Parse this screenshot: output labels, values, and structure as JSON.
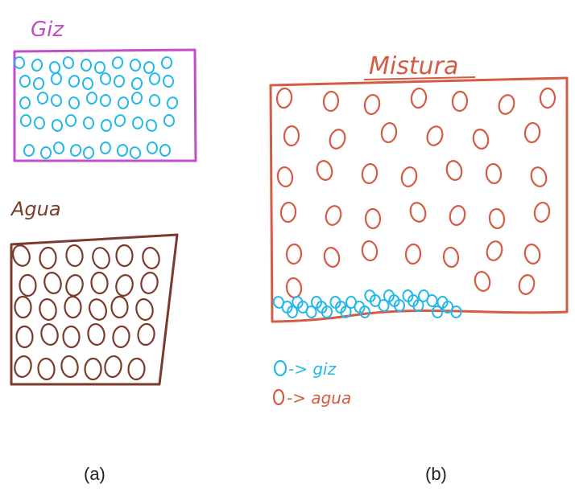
{
  "colors": {
    "giz": "#22b8ea",
    "giz_title": "#c24fc9",
    "giz_border": "#c24fc9",
    "agua": "#7a3b2c",
    "mistura": "#d55b45"
  },
  "panel_a": {
    "giz": {
      "title": "Giz"
    },
    "agua": {
      "title": "Agua"
    }
  },
  "panel_b": {
    "title": "Mistura",
    "legend": [
      {
        "marker": "O",
        "text": "-> giz",
        "color_key": "giz"
      },
      {
        "marker": "O",
        "text": "-> agua",
        "color_key": "mistura"
      }
    ]
  },
  "captions": {
    "a": "(a)",
    "b": "(b)"
  }
}
